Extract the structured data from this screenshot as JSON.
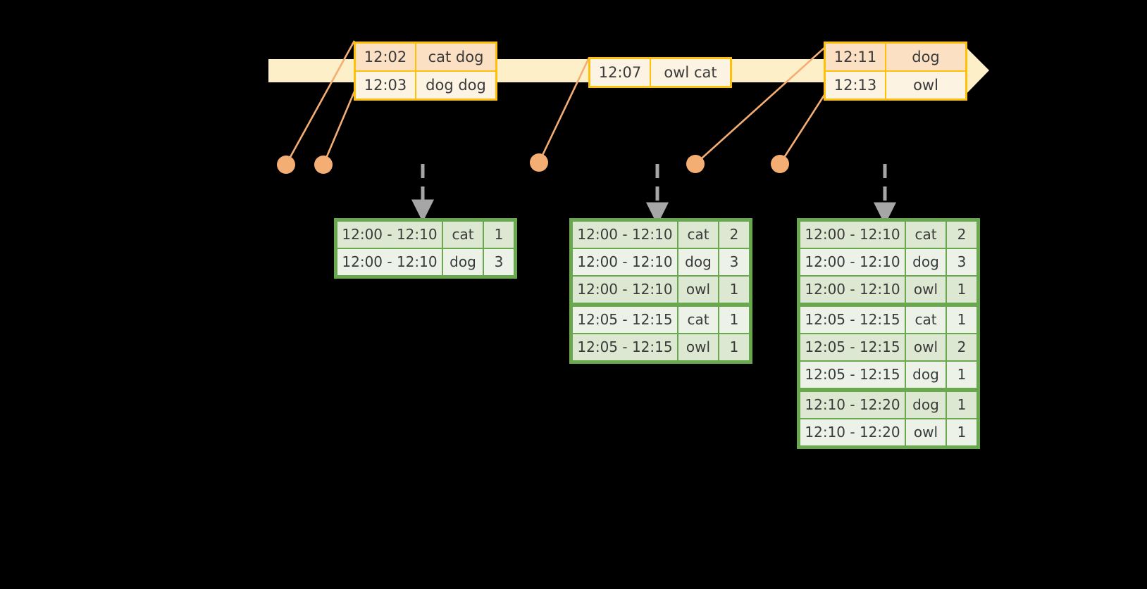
{
  "timeline": {
    "name": "event-stream-timeline",
    "direction": "left-to-right",
    "color": "#FDEFC8",
    "arrow_color": "#FDEFC8",
    "events": [
      {
        "group": 1,
        "rows": [
          {
            "time": "12:02",
            "words": "cat dog"
          },
          {
            "time": "12:03",
            "words": "dog dog"
          }
        ]
      },
      {
        "group": 2,
        "rows": [
          {
            "time": "12:07",
            "words": "owl cat"
          }
        ]
      },
      {
        "group": 3,
        "rows": [
          {
            "time": "12:11",
            "words": "dog"
          },
          {
            "time": "12:13",
            "words": "owl"
          }
        ]
      }
    ]
  },
  "markers": {
    "name": "event-markers",
    "color": "#F4AE74",
    "count": 5
  },
  "results": [
    {
      "name": "result-table-1",
      "rows": [
        {
          "window": "12:00 - 12:10",
          "word": "cat",
          "count": "1"
        },
        {
          "window": "12:00 - 12:10",
          "word": "dog",
          "count": "3"
        }
      ],
      "group_breaks": []
    },
    {
      "name": "result-table-2",
      "rows": [
        {
          "window": "12:00 - 12:10",
          "word": "cat",
          "count": "2"
        },
        {
          "window": "12:00 - 12:10",
          "word": "dog",
          "count": "3"
        },
        {
          "window": "12:00 - 12:10",
          "word": "owl",
          "count": "1"
        },
        {
          "window": "12:05 - 12:15",
          "word": "cat",
          "count": "1"
        },
        {
          "window": "12:05 - 12:15",
          "word": "owl",
          "count": "1"
        }
      ],
      "group_breaks": [
        3
      ]
    },
    {
      "name": "result-table-3",
      "rows": [
        {
          "window": "12:00 - 12:10",
          "word": "cat",
          "count": "2"
        },
        {
          "window": "12:00 - 12:10",
          "word": "dog",
          "count": "3"
        },
        {
          "window": "12:00 - 12:10",
          "word": "owl",
          "count": "1"
        },
        {
          "window": "12:05 - 12:15",
          "word": "cat",
          "count": "1"
        },
        {
          "window": "12:05 - 12:15",
          "word": "owl",
          "count": "2"
        },
        {
          "window": "12:05 - 12:15",
          "word": "dog",
          "count": "1"
        },
        {
          "window": "12:10 - 12:20",
          "word": "dog",
          "count": "1"
        },
        {
          "window": "12:10 - 12:20",
          "word": "owl",
          "count": "1"
        }
      ],
      "group_breaks": [
        3,
        6
      ]
    }
  ],
  "colors": {
    "background": "#000000",
    "timeline_fill": "#FDEFC8",
    "event_border": "#FFC107",
    "event_fill": "#FDF3E3",
    "event_fill_shaded": "#FBE0C4",
    "marker": "#F4AE74",
    "connector": "#F4AE74",
    "table_border": "#6AA84F",
    "table_row_odd": "#DCE8D2",
    "table_row_even": "#EDF2E9",
    "arrow_gray": "#A6A6A6",
    "text": "#3a3a3a"
  }
}
